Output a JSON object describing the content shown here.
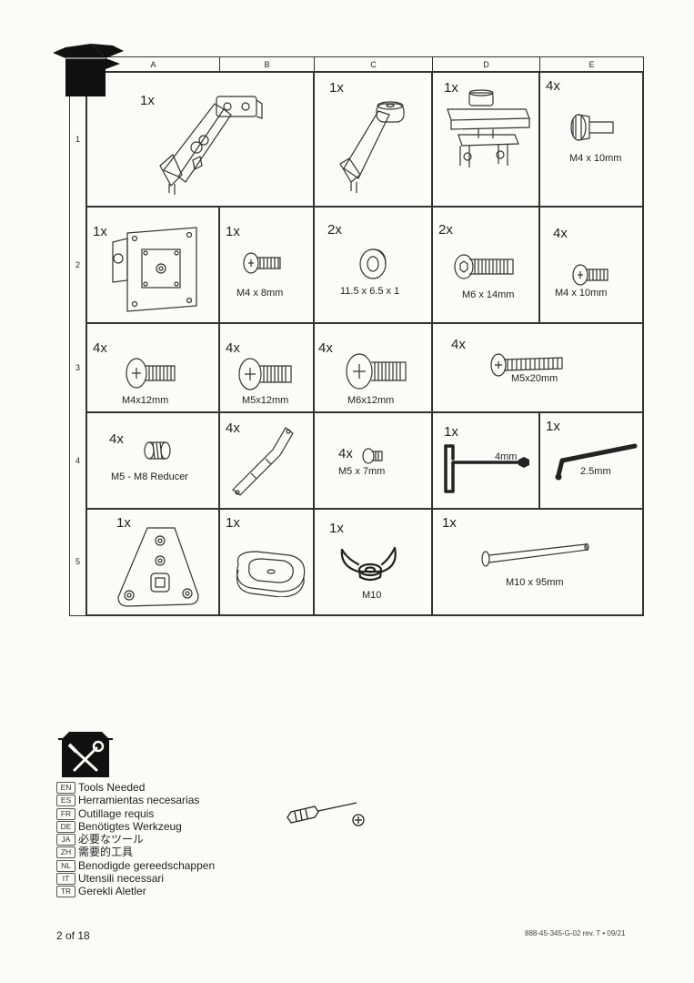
{
  "columns": [
    "A",
    "B",
    "C",
    "D",
    "E"
  ],
  "rows": [
    "1",
    "2",
    "3",
    "4",
    "5"
  ],
  "parts": {
    "r1a": {
      "qty": "1x",
      "label": ""
    },
    "r1c": {
      "qty": "1x",
      "label": ""
    },
    "r1d": {
      "qty": "1x",
      "label": ""
    },
    "r1e": {
      "qty": "4x",
      "label": "M4 x 10mm"
    },
    "r2a": {
      "qty": "1x",
      "label": ""
    },
    "r2b": {
      "qty": "1x",
      "label": "M4 x 8mm"
    },
    "r2c": {
      "qty": "2x",
      "label": "11.5 x 6.5 x 1"
    },
    "r2d": {
      "qty": "2x",
      "label": "M6 x 14mm"
    },
    "r2e": {
      "qty": "4x",
      "label": "M4 x 10mm"
    },
    "r3a": {
      "qty": "4x",
      "label": "M4x12mm"
    },
    "r3b": {
      "qty": "4x",
      "label": "M5x12mm"
    },
    "r3c": {
      "qty": "4x",
      "label": "M6x12mm"
    },
    "r3d": {
      "qty": "4x",
      "label": "M5x20mm"
    },
    "r4a": {
      "qty": "4x",
      "label": "M5 - M8 Reducer"
    },
    "r4b": {
      "qty": "4x",
      "label": ""
    },
    "r4c": {
      "qty": "4x",
      "label": "M5 x 7mm"
    },
    "r4d": {
      "qty": "1x",
      "label": "4mm"
    },
    "r4e": {
      "qty": "1x",
      "label": "2.5mm"
    },
    "r5a": {
      "qty": "1x",
      "label": ""
    },
    "r5b": {
      "qty": "1x",
      "label": ""
    },
    "r5c": {
      "qty": "1x",
      "label": "M10"
    },
    "r5d": {
      "qty": "1x",
      "label": "M10 x 95mm"
    }
  },
  "tools_needed": [
    {
      "code": "EN",
      "text": "Tools Needed"
    },
    {
      "code": "ES",
      "text": "Herramientas necesarias"
    },
    {
      "code": "FR",
      "text": "Outillage requis"
    },
    {
      "code": "DE",
      "text": "Benötigtes Werkzeug"
    },
    {
      "code": "JA",
      "text": "必要なツール"
    },
    {
      "code": "ZH",
      "text": "需要的工具"
    },
    {
      "code": "NL",
      "text": "Benodigde gereedschappen"
    },
    {
      "code": "IT",
      "text": "Utensili necessari"
    },
    {
      "code": "TR",
      "text": "Gerekli Aletler"
    }
  ],
  "footer": {
    "page": "2 of 18",
    "doc_code": "888-45-345-G-02 rev. T • 09/21"
  }
}
